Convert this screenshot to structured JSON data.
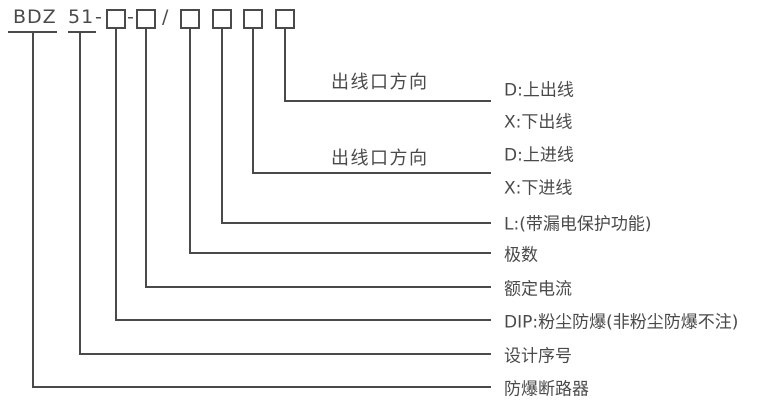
{
  "diagram": {
    "code": {
      "prefix": "BDZ",
      "series": "51",
      "dash": "-",
      "slash": "/",
      "placeholder_box_count": 6
    },
    "annotations": [
      {
        "text": "出线口方向"
      },
      {
        "text": "出线口方向"
      }
    ],
    "labels": [
      "D:上出线",
      "X:下出线",
      "D:上进线",
      "X:下进线",
      "L:(带漏电保护功能)",
      "极数",
      "额定电流",
      "DIP:粉尘防爆(非粉尘防爆不注)",
      "设计序号",
      "防爆断路器"
    ]
  },
  "colors": {
    "line": "#4a4a4a",
    "text": "#4a4a4a",
    "background": "#ffffff"
  }
}
